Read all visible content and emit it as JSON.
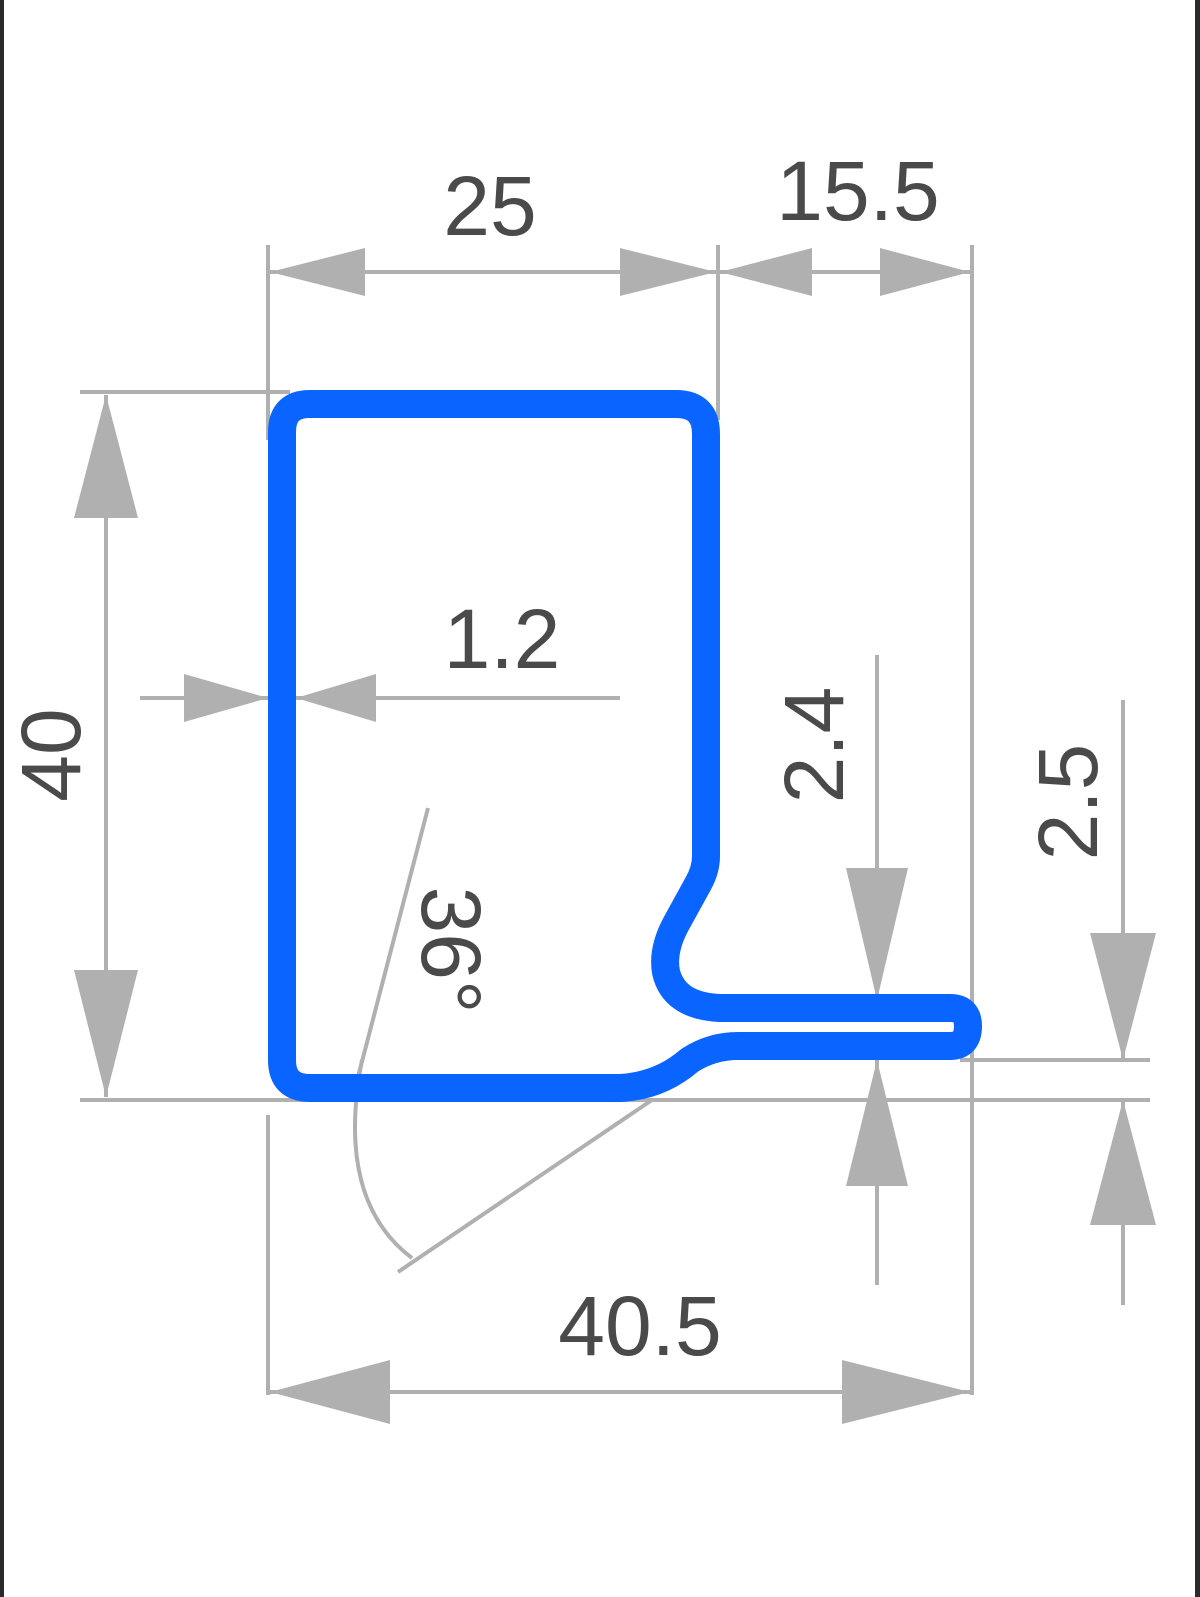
{
  "diagram": {
    "title": "",
    "colors": {
      "profile": "#0a64ff",
      "dimension_lines": "#b0b0b0",
      "label_text": "#4a4a4a",
      "background": "#ffffff",
      "frame_border": "#2a2a2a"
    },
    "dimensions": {
      "top_left_width": "25",
      "top_right_width": "15.5",
      "overall_height": "40",
      "wall_thickness": "1.2",
      "angle": "36°",
      "lip_gap": "2.4",
      "lip_offset": "2.5",
      "overall_width": "40.5"
    }
  }
}
